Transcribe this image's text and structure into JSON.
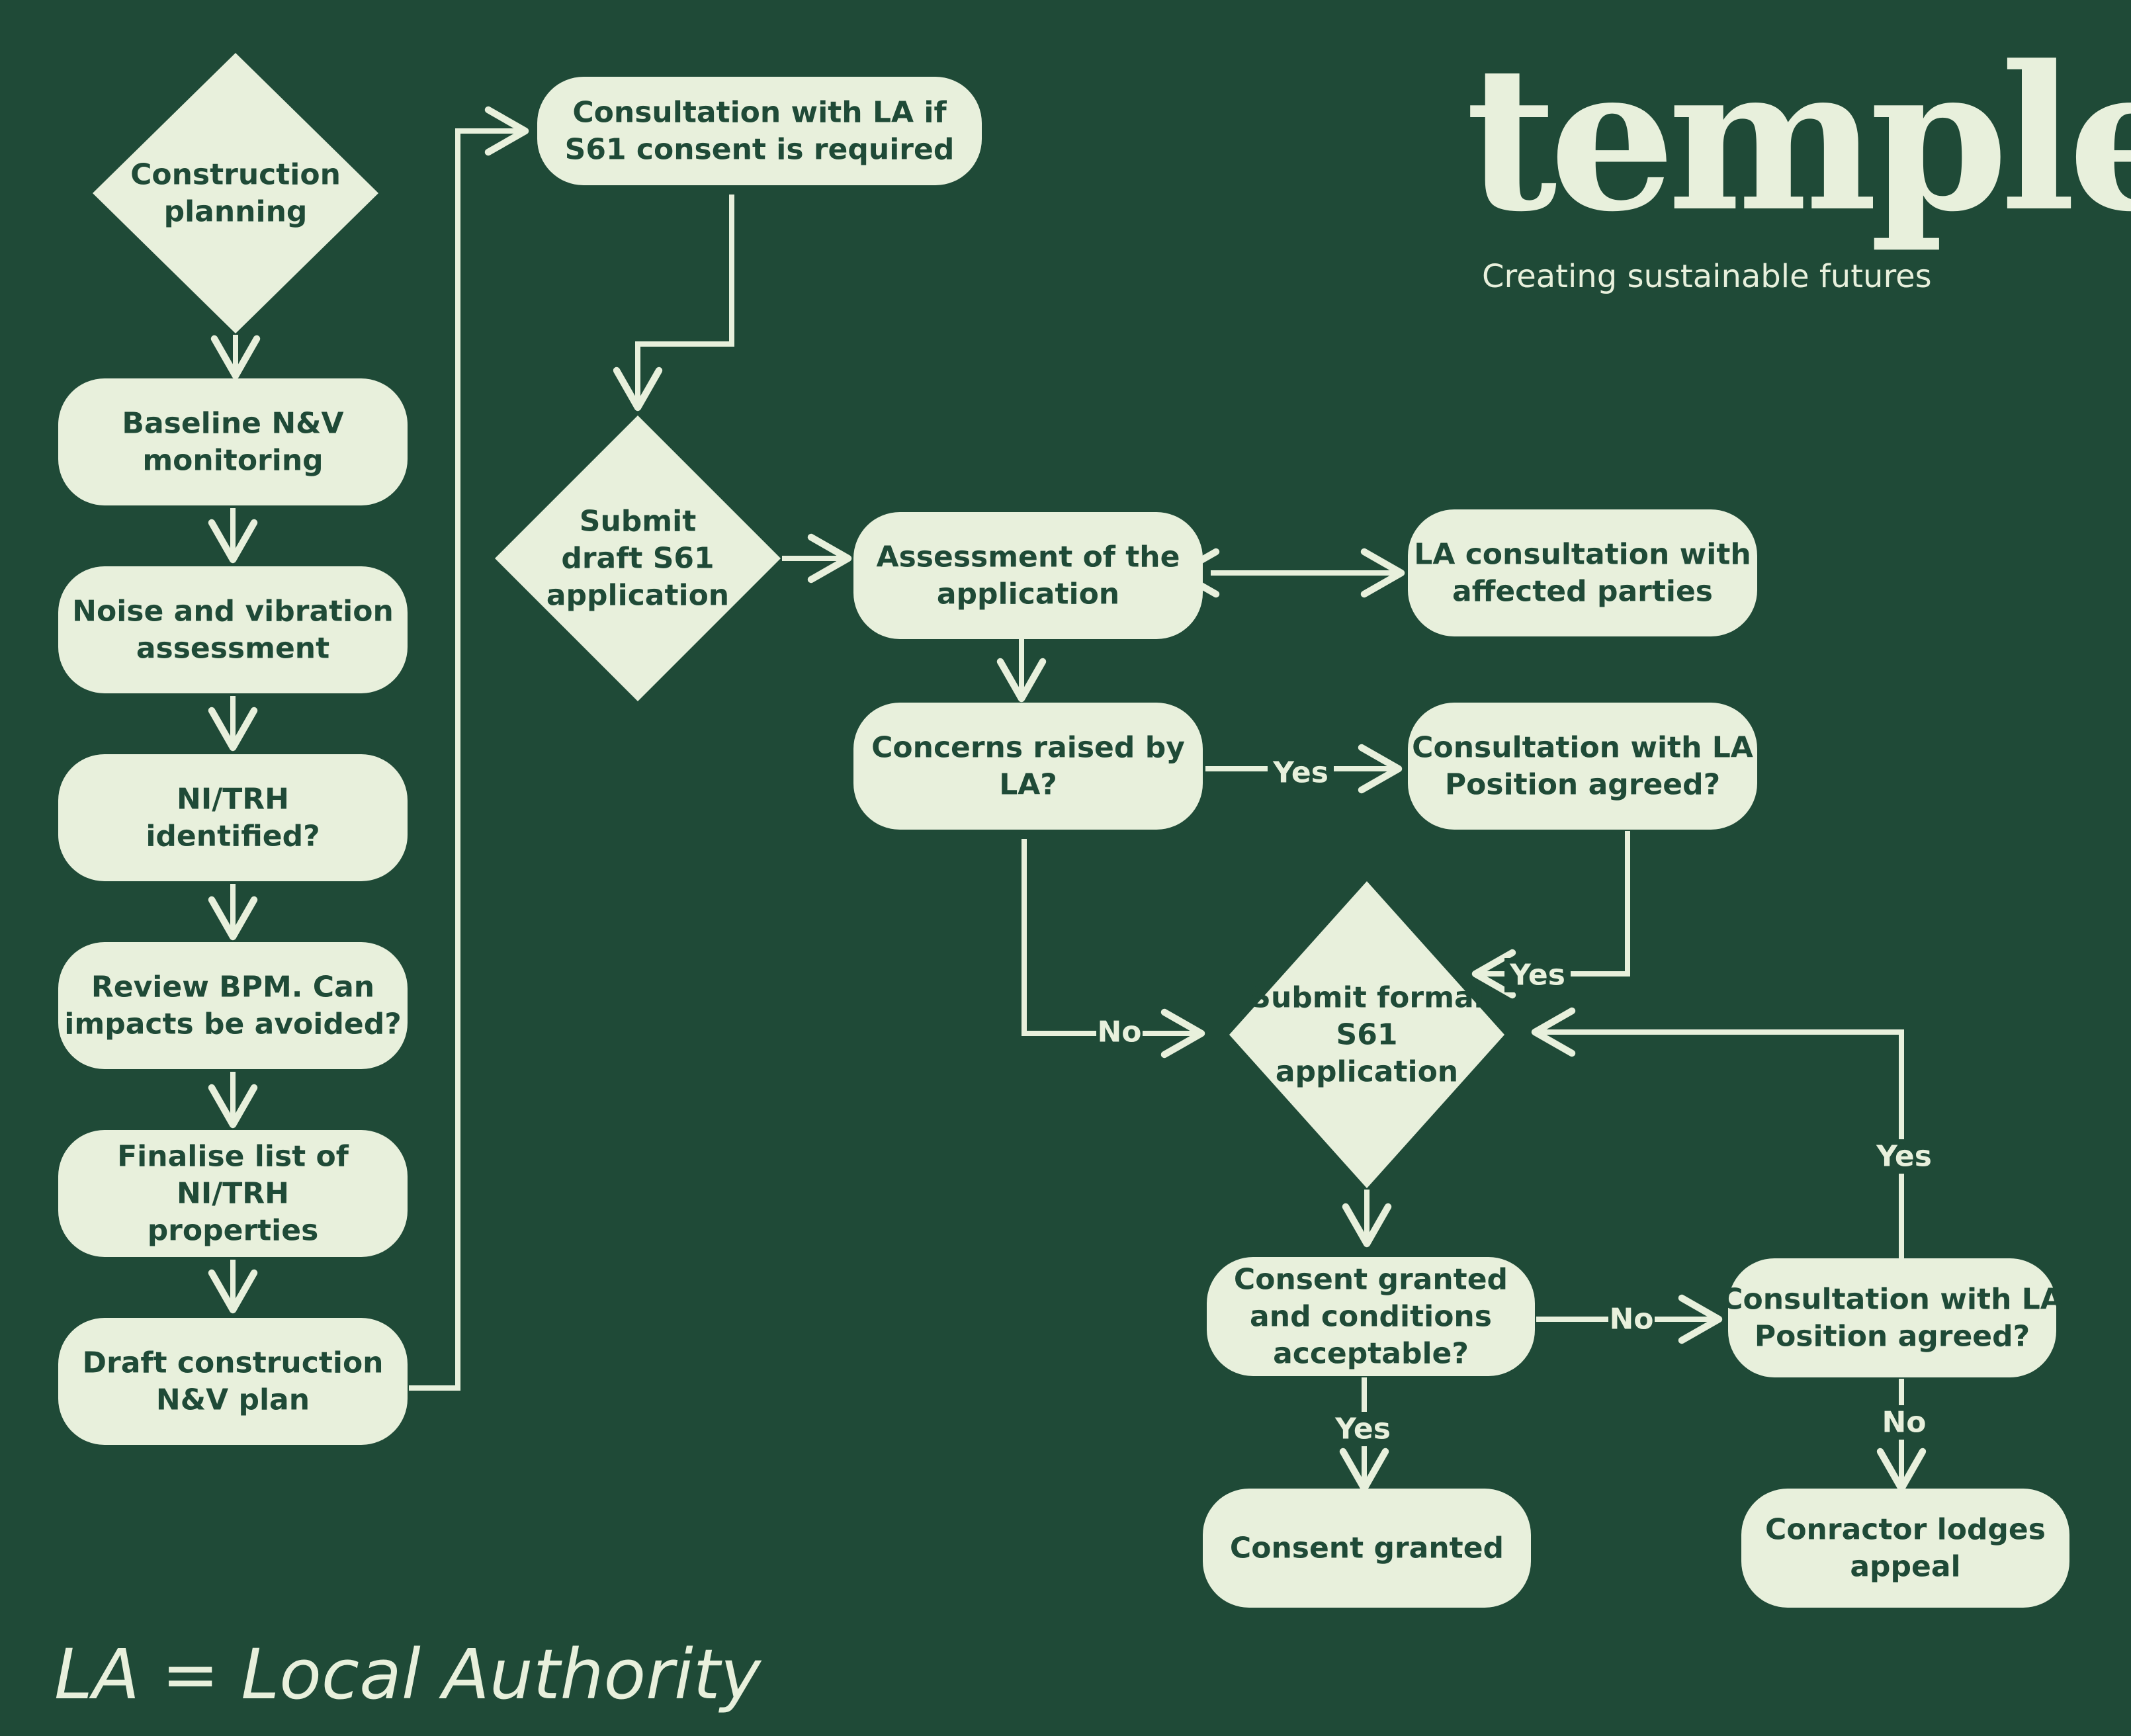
{
  "colors": {
    "background": "#1f4a37",
    "shape": "#e8f0dc",
    "text_on_shape": "#1f4a37",
    "line": "#e8f0dc"
  },
  "brand": {
    "logo": "temple",
    "tagline": "Creating sustainable futures"
  },
  "footnote": "LA = Local Authority",
  "nodes": [
    {
      "id": "construction_planning",
      "shape": "diamond",
      "lines": [
        "Construction",
        "planning"
      ]
    },
    {
      "id": "baseline",
      "shape": "rounded",
      "lines": [
        "Baseline N&V",
        "monitoring"
      ]
    },
    {
      "id": "noise_assessment",
      "shape": "rounded",
      "lines": [
        "Noise and vibration",
        "assessment"
      ]
    },
    {
      "id": "ni_trh_identified",
      "shape": "rounded",
      "lines": [
        "NI/TRH",
        "identified?"
      ]
    },
    {
      "id": "review_bpm",
      "shape": "rounded",
      "lines": [
        "Review BPM. Can",
        "impacts be avoided?"
      ]
    },
    {
      "id": "finalise_list",
      "shape": "rounded",
      "lines": [
        "Finalise list of",
        "NI/TRH",
        "properties"
      ]
    },
    {
      "id": "draft_plan",
      "shape": "rounded",
      "lines": [
        "Draft construction",
        "N&V plan"
      ]
    },
    {
      "id": "consultation_la_s61",
      "shape": "rounded",
      "lines": [
        "Consultation with LA if",
        "S61 consent is required"
      ]
    },
    {
      "id": "submit_draft_s61",
      "shape": "diamond",
      "lines": [
        "Submit",
        "draft S61",
        "application"
      ]
    },
    {
      "id": "assessment_application",
      "shape": "rounded",
      "lines": [
        "Assessment of the",
        "application"
      ]
    },
    {
      "id": "la_consultation_parties",
      "shape": "rounded",
      "lines": [
        "LA consultation with",
        "affected parties"
      ]
    },
    {
      "id": "concerns_raised",
      "shape": "rounded",
      "lines": [
        "Concerns raised by",
        "LA?"
      ]
    },
    {
      "id": "consultation_position_1",
      "shape": "rounded",
      "lines": [
        "Consultation with LA",
        "Position agreed?"
      ]
    },
    {
      "id": "submit_formal_s61",
      "shape": "diamond",
      "lines": [
        "Submit formal",
        "S61",
        "application"
      ]
    },
    {
      "id": "consent_conditions",
      "shape": "rounded",
      "lines": [
        "Consent granted",
        "and conditions",
        "acceptable?"
      ]
    },
    {
      "id": "consultation_position_2",
      "shape": "rounded",
      "lines": [
        "Consultation with LA",
        "Position agreed?"
      ]
    },
    {
      "id": "consent_granted",
      "shape": "rounded",
      "lines": [
        "Consent granted"
      ]
    },
    {
      "id": "contractor_appeal",
      "shape": "rounded",
      "lines": [
        "Conractor lodges",
        "appeal"
      ]
    }
  ],
  "edges": [
    {
      "from": "construction_planning",
      "to": "baseline",
      "label": ""
    },
    {
      "from": "baseline",
      "to": "noise_assessment",
      "label": ""
    },
    {
      "from": "noise_assessment",
      "to": "ni_trh_identified",
      "label": ""
    },
    {
      "from": "ni_trh_identified",
      "to": "review_bpm",
      "label": ""
    },
    {
      "from": "review_bpm",
      "to": "finalise_list",
      "label": ""
    },
    {
      "from": "finalise_list",
      "to": "draft_plan",
      "label": ""
    },
    {
      "from": "draft_plan",
      "to": "consultation_la_s61",
      "label": ""
    },
    {
      "from": "consultation_la_s61",
      "to": "submit_draft_s61",
      "label": ""
    },
    {
      "from": "submit_draft_s61",
      "to": "assessment_application",
      "label": ""
    },
    {
      "from": "assessment_application",
      "to": "la_consultation_parties",
      "label": "",
      "bidirectional": true
    },
    {
      "from": "assessment_application",
      "to": "concerns_raised",
      "label": ""
    },
    {
      "from": "concerns_raised",
      "to": "consultation_position_1",
      "label": "Yes"
    },
    {
      "from": "consultation_position_1",
      "to": "submit_formal_s61",
      "label": "Yes"
    },
    {
      "from": "concerns_raised",
      "to": "submit_formal_s61",
      "label": "No"
    },
    {
      "from": "submit_formal_s61",
      "to": "consent_conditions",
      "label": ""
    },
    {
      "from": "consent_conditions",
      "to": "consultation_position_2",
      "label": "No"
    },
    {
      "from": "consent_conditions",
      "to": "consent_granted",
      "label": "Yes"
    },
    {
      "from": "consultation_position_2",
      "to": "contractor_appeal",
      "label": "No"
    },
    {
      "from": "consultation_position_2",
      "to": "submit_formal_s61",
      "label": "Yes"
    }
  ]
}
